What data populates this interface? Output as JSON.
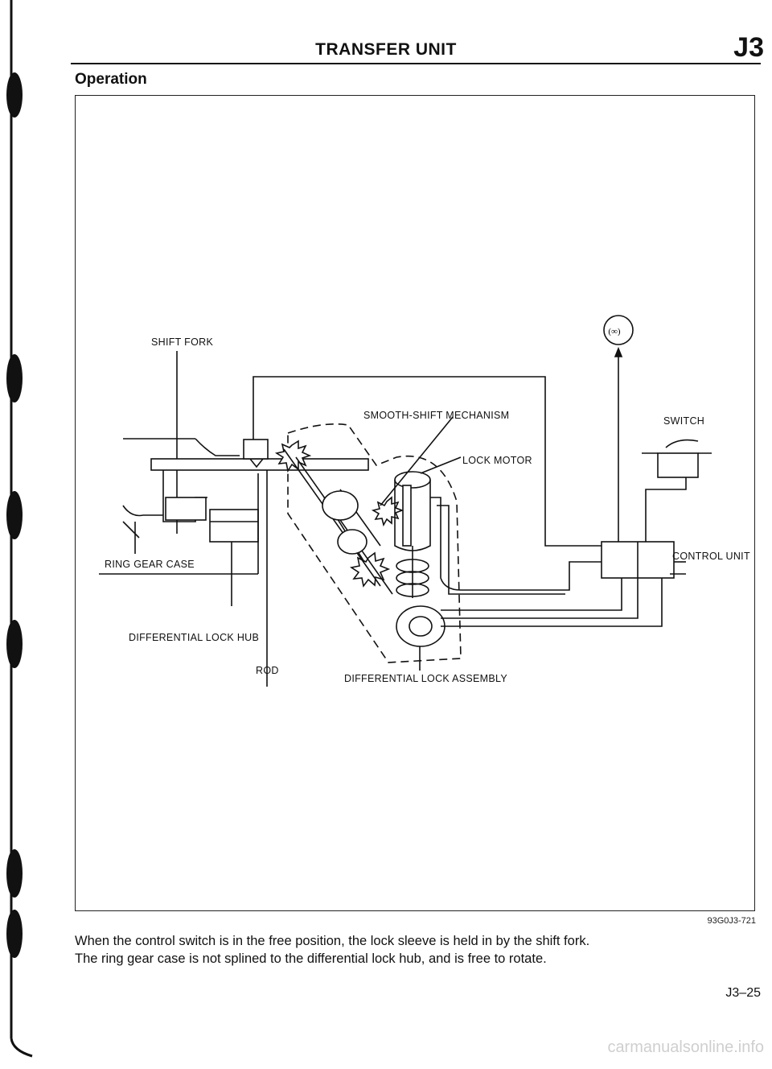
{
  "header": {
    "title": "TRANSFER UNIT",
    "section_code": "J3"
  },
  "section": {
    "heading": "Operation"
  },
  "diagram": {
    "labels": {
      "shift_fork": "SHIFT FORK",
      "smooth_shift": "SMOOTH-SHIFT MECHANISM",
      "lock_motor": "LOCK MOTOR",
      "switch": "SWITCH",
      "control_unit": "CONTROL UNIT",
      "ring_gear_case": "RING GEAR CASE",
      "diff_lock_hub": "DIFFERENTIAL LOCK HUB",
      "rod": "ROD",
      "diff_lock_assembly": "DIFFERENTIAL LOCK ASSEMBLY"
    },
    "indicator_symbol": "(∞)",
    "figure_code": "93G0J3-721"
  },
  "caption": {
    "line1": "When the control switch is in the free position, the lock sleeve is held in by the shift fork.",
    "line2": "The ring gear case is not splined to the differential lock hub, and is free to rotate."
  },
  "footer": {
    "page_number": "J3–25",
    "watermark": "carmanualsonline.info"
  }
}
